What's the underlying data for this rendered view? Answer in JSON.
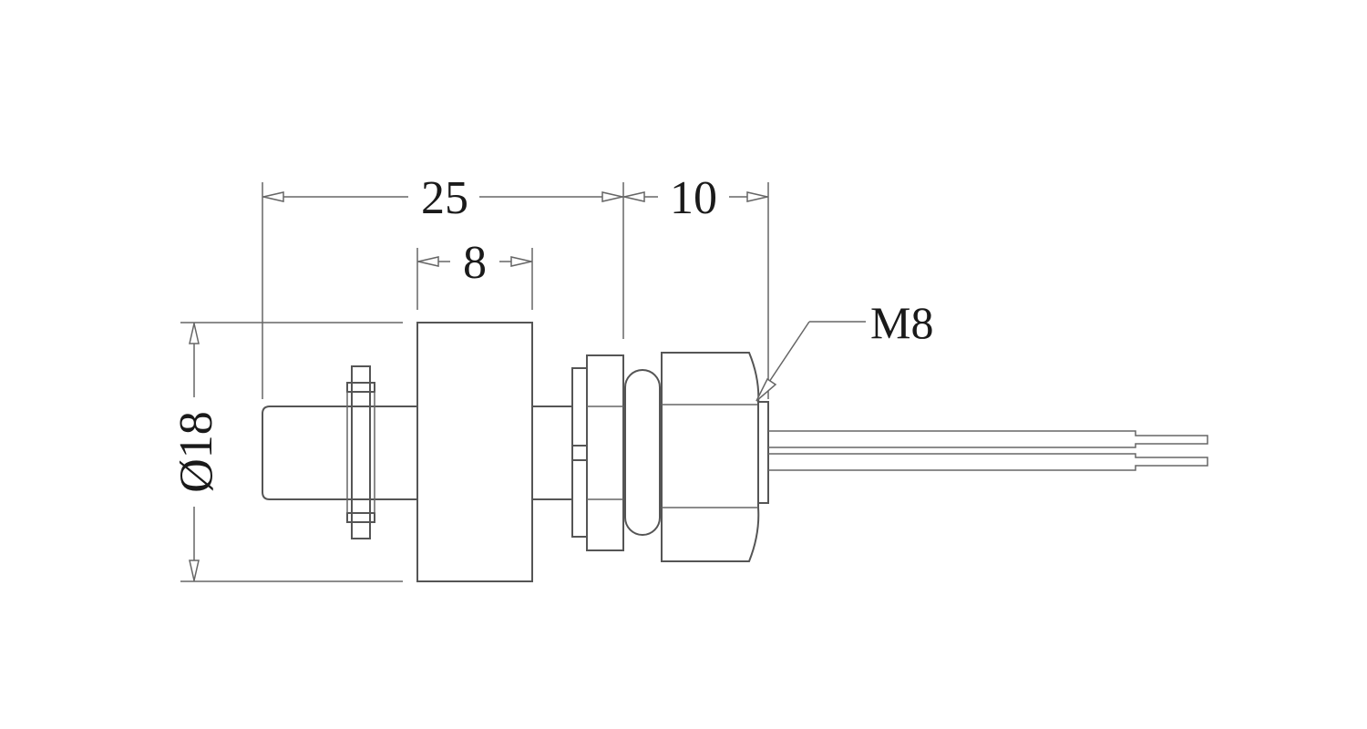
{
  "diagram": {
    "line_color": "#555555",
    "text_color": "#1a1a1a",
    "background": "#ffffff",
    "dimensions": {
      "overall_length": "25",
      "float_length": "8",
      "thread_length": "10",
      "diameter": "Ø18"
    },
    "labels": {
      "thread": "M8"
    }
  }
}
